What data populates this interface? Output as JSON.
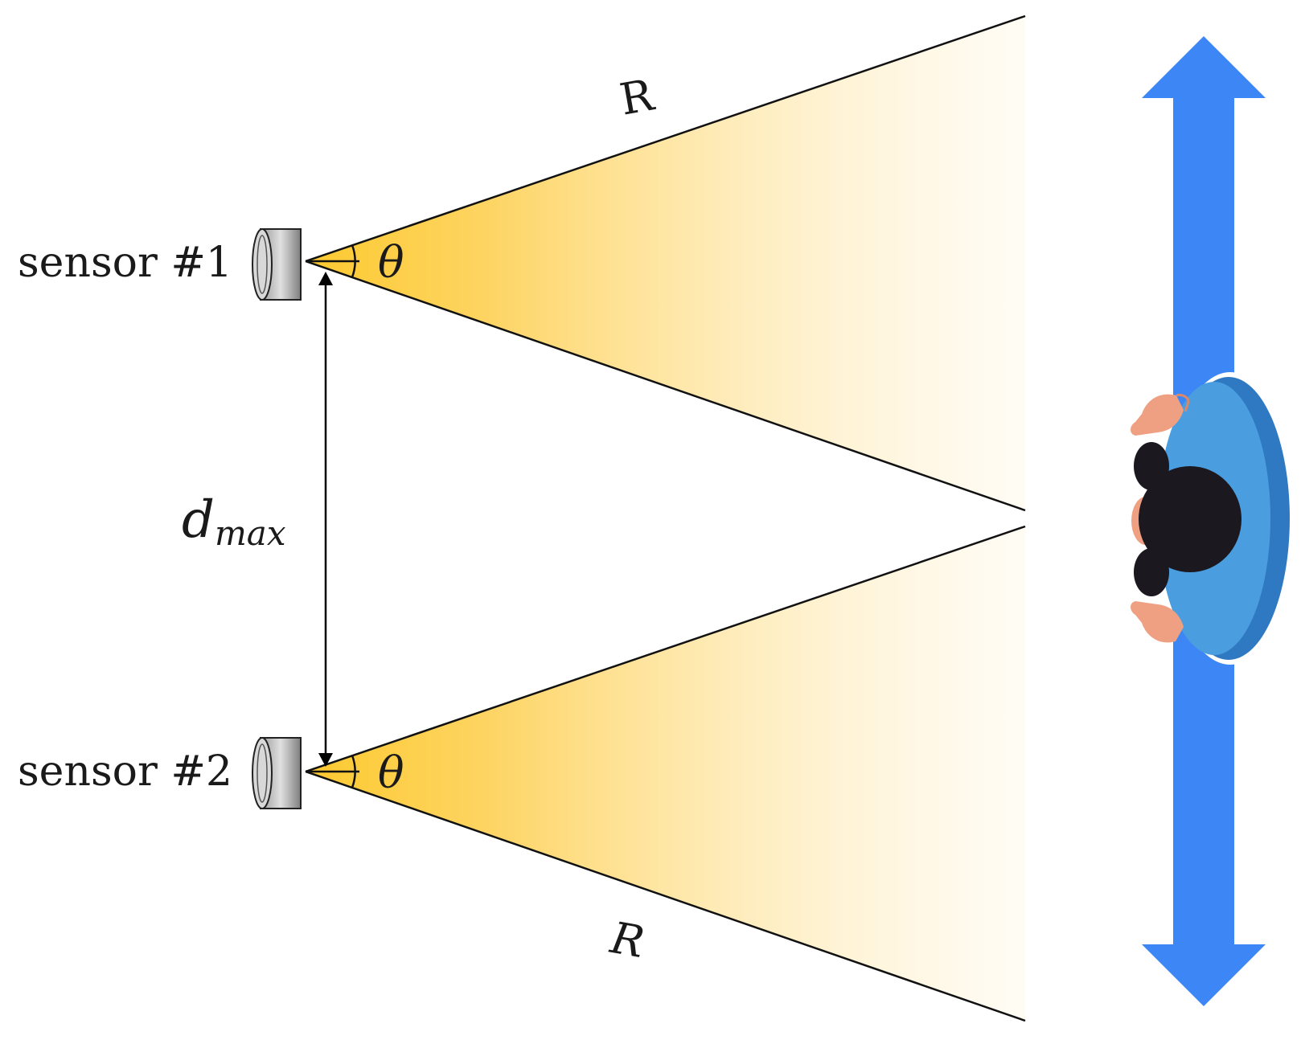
{
  "sensors": [
    {
      "label": "sensor #1",
      "angle_symbol": "θ",
      "range_symbol": "R"
    },
    {
      "label": "sensor #2",
      "angle_symbol": "θ",
      "range_symbol": "R"
    }
  ],
  "distance": {
    "symbol": "d",
    "subscript": "max"
  },
  "colors": {
    "beam": "#FDCB3C",
    "arrow": "#3D86F5",
    "person_shirt": "#4A9EDF",
    "person_shirt_dark": "#2F79C3",
    "hair": "#1B1820",
    "skin": "#EFA083"
  },
  "icons": {
    "sensor": "sensor-cylinder-icon",
    "person": "person-top-view-icon",
    "movement": "double-arrow-vertical-icon"
  }
}
